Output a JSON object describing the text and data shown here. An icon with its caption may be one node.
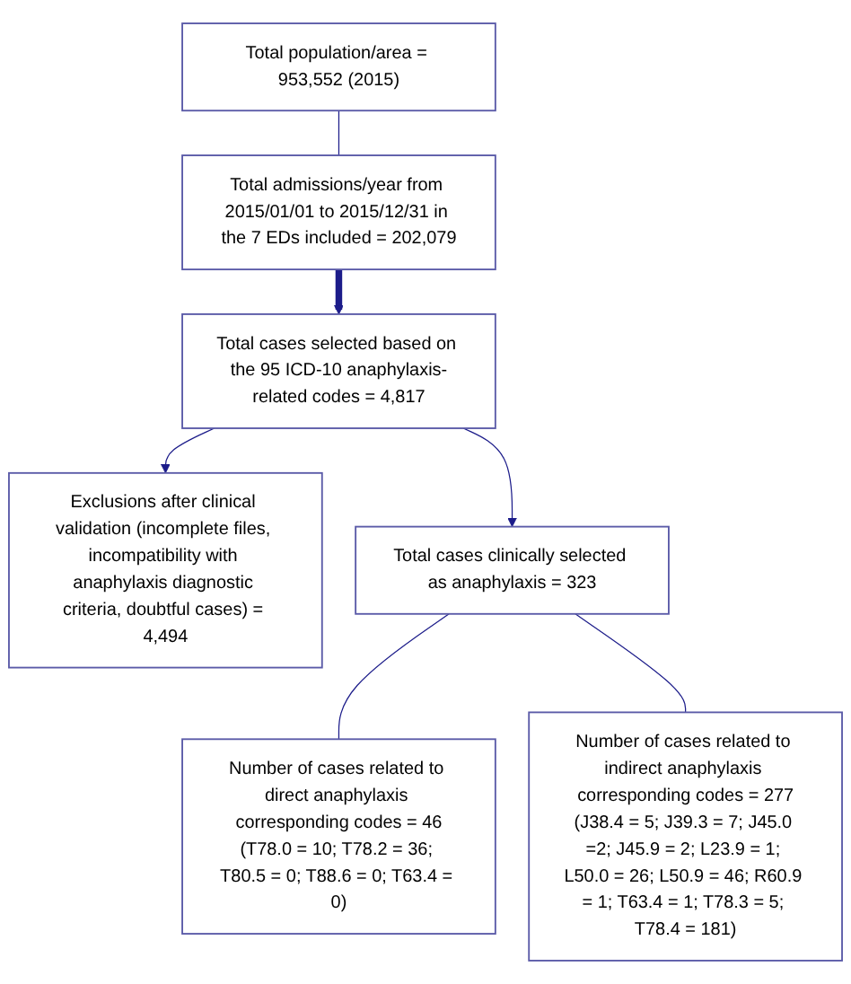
{
  "diagram": {
    "nodes": [
      {
        "text": [
          "Total population/area = 953,552 (2015)"
        ]
      },
      {
        "text": [
          "Total admissions/year from 2015/01/01 to 2015/12/31 in the 7 EDs included = 202,079"
        ]
      },
      {
        "text": [
          "Total cases selected based on the 95 ICD-10 anaphylaxis-related codes = 4,817"
        ]
      },
      {
        "text": [
          "Exclusions after clinical validation (incomplete files, incompatibility with anaphylaxis diagnostic criteria, doubtful cases) = 4,494"
        ]
      },
      {
        "text": [
          "Total cases clinically selected as anaphylaxis = 323"
        ]
      },
      {
        "text": [
          "Number of cases related to direct anaphylaxis corresponding codes = 46",
          "(T78.0 = 10; T78.2 = 36; T80.5 = 0; T88.6 = 0; T63.4 = 0)"
        ]
      },
      {
        "text": [
          "Number of cases related to indirect anaphylaxis corresponding codes = 277",
          "(J38.4 = 5; J39.3 = 7; J45.0 =2; J45.9 = 2; L23.9 = 1; L50.0 = 26; L50.9 = 46; R60.9 = 1; T63.4 = 1; T78.3 = 5; T78.4 = 181)"
        ]
      }
    ],
    "edges": [
      {
        "from": 0,
        "to": 1,
        "arrow": "none"
      },
      {
        "from": 1,
        "to": 2,
        "arrow": "to",
        "style": "thick"
      },
      {
        "from": 2,
        "to": 4,
        "arrow": "to"
      },
      {
        "from": 2,
        "to": 3,
        "arrow": "to"
      },
      {
        "from": 4,
        "to": 5,
        "arrow": "none"
      },
      {
        "from": 4,
        "to": 6,
        "arrow": "none"
      }
    ]
  }
}
